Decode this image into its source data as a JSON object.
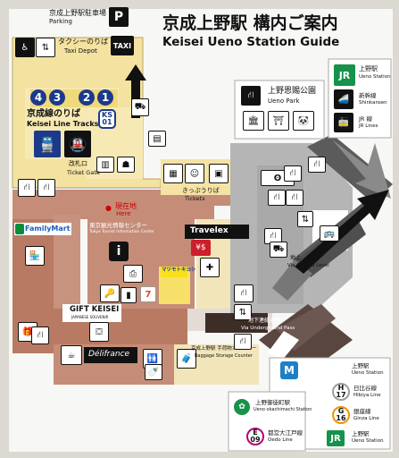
{
  "title": {
    "jp": "京成上野駅 構内ご案内",
    "en": "Keisei Ueno Station Guide"
  },
  "parking": {
    "jp": "京成上野駅駐車場",
    "en": "Parking",
    "sign": "P"
  },
  "taxi": {
    "jp": "タクシーのりば",
    "en": "Taxi Depot",
    "sign": "TAXI"
  },
  "platforms": {
    "numbers": [
      "4",
      "3",
      "2",
      "1"
    ],
    "jp": "京成線のりば",
    "en": "Keisei Line Tracks",
    "station_code": "KS",
    "station_num": "01"
  },
  "ticket_gate": {
    "jp": "改札口",
    "en": "Ticket Gate"
  },
  "tickets": {
    "jp": "きっぷうりば",
    "en": "Tickets"
  },
  "here": {
    "jp": "現在地",
    "en": "Here"
  },
  "familymart": "FamilyMart",
  "tourist_info": {
    "jp": "東京観光情報センター",
    "en": "Tokyo Tourist Information Center"
  },
  "travelex": "Travelex",
  "matsukiyo": "マツモトキヨシ",
  "gift": {
    "name": "GIFT KEISEI",
    "sub": "JAPANESE SOUVENIR"
  },
  "delifrance": "Délifrance",
  "baggage": {
    "jp": "京成上野駅 手荷物カウンター",
    "en": "Baggage Storage Counter"
  },
  "park": {
    "jp": "上野恩賜公園",
    "en": "Ueno Park"
  },
  "jr": {
    "logo": "JR",
    "jp": "上野駅",
    "en": "Ueno Station",
    "shinkansen_jp": "新幹線",
    "shinkansen_en": "Shinkansen",
    "jrlines_jp": "JR 線",
    "jrlines_en": "JR Lines"
  },
  "ground": {
    "jp": "地上",
    "en": "Via Ground Level"
  },
  "underground": {
    "jp": "地下連絡通路",
    "en": "Via Underground Pass"
  },
  "metro": {
    "jp": "上野駅",
    "en": "Ueno Station",
    "hibiya": {
      "letter": "H",
      "num": "17",
      "jp": "日比谷線",
      "en": "Hibiya Line"
    },
    "ginza": {
      "letter": "G",
      "num": "16",
      "jp": "銀座線",
      "en": "Ginza Line"
    }
  },
  "okachimachi": {
    "jp": "上野御徒町駅",
    "en": "Ueno okachimachi Station",
    "oedo": {
      "letter": "E",
      "num": "09",
      "jp": "都営大江戸線",
      "en": "Oedo Line"
    }
  },
  "jr_bottom": {
    "logo": "JR",
    "jp": "上野駅",
    "en": "Ueno Station"
  },
  "colors": {
    "corridor": "#b87a62",
    "concourse": "#f5e6a4",
    "platform_area": "#f4e2a0",
    "gray": "#b3b3b3",
    "dark": "#5a4640",
    "jr_green": "#16924a",
    "keisei_blue": "#1b3a8c"
  }
}
